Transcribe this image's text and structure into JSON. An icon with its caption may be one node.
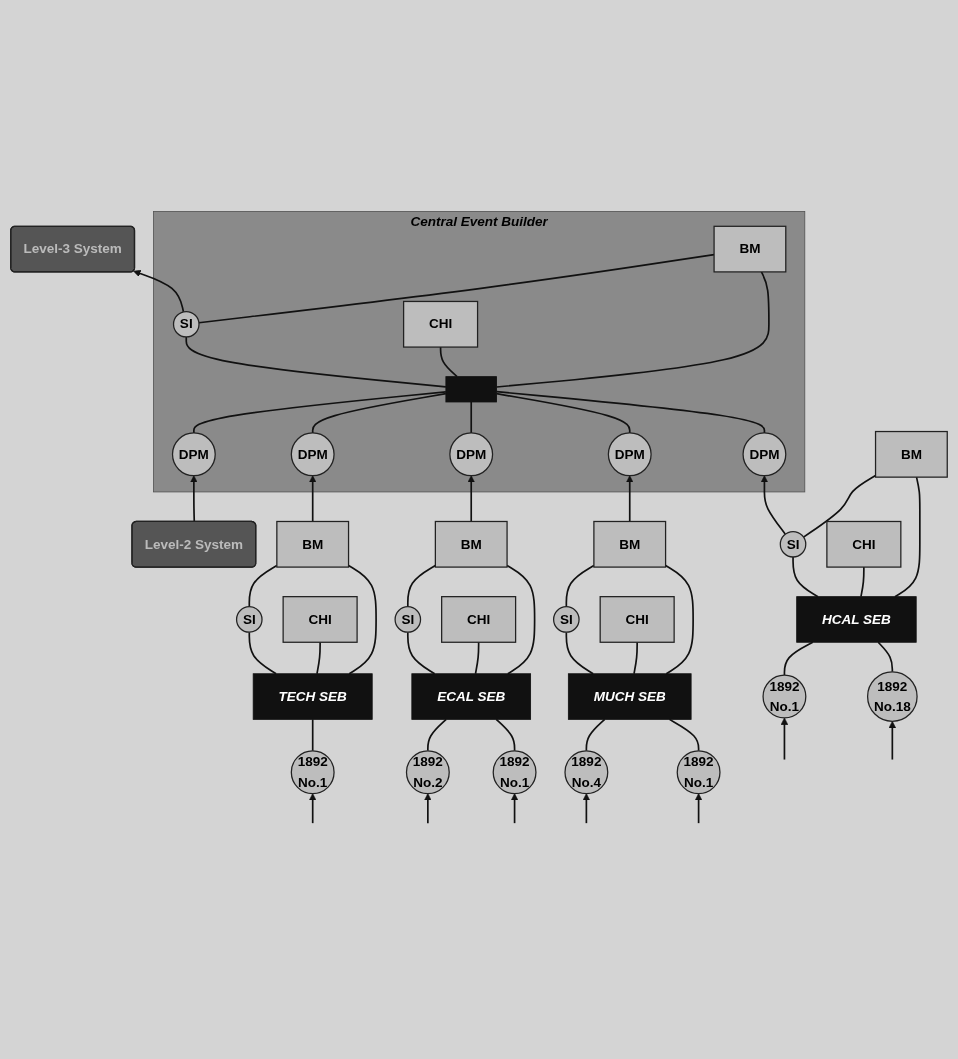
{
  "diagram": {
    "nodes": [
      {
        "text": [
          "Central Event Builder"
        ]
      },
      {
        "text": [
          "BM"
        ],
        "in": 0
      },
      {
        "text": [
          "CHI"
        ],
        "in": 0
      },
      {
        "text": [
          "SI"
        ],
        "in": 0
      },
      {
        "text": [],
        "shape": "bar",
        "in": 0
      },
      {
        "text": [
          "DPM"
        ],
        "in": 0
      },
      {
        "text": [
          "DPM"
        ],
        "in": 0
      },
      {
        "text": [
          "DPM"
        ],
        "in": 0
      },
      {
        "text": [
          "DPM"
        ],
        "in": 0
      },
      {
        "text": [
          "DPM"
        ],
        "in": 0
      },
      {
        "text": [
          "Level-3 System"
        ]
      },
      {
        "text": [
          "Level-2 System"
        ]
      },
      {
        "text": [
          "BM"
        ]
      },
      {
        "text": [
          "CHI"
        ]
      },
      {
        "text": [
          "SI"
        ]
      },
      {
        "text": [
          "MUCH SEB"
        ]
      },
      {
        "text": [
          "1892",
          "No.1"
        ]
      },
      {
        "text": [
          "1892",
          "No.4"
        ]
      },
      {
        "text": [
          "BM"
        ]
      },
      {
        "text": [
          "CHI"
        ]
      },
      {
        "text": [
          "SI"
        ]
      },
      {
        "text": [
          "TECH SEB"
        ]
      },
      {
        "text": [
          "1892",
          "No.1"
        ]
      },
      {
        "text": [
          "BM"
        ]
      },
      {
        "text": [
          "CHI"
        ]
      },
      {
        "text": [
          "SI"
        ]
      },
      {
        "text": [
          "HCAL SEB"
        ]
      },
      {
        "text": [
          "1892",
          "No.1"
        ]
      },
      {
        "text": [
          "1892",
          "No.18"
        ]
      },
      {
        "text": [
          "BM"
        ]
      },
      {
        "text": [
          "CHI"
        ]
      },
      {
        "text": [
          "SI"
        ]
      },
      {
        "text": [
          "ECAL SEB"
        ]
      },
      {
        "text": [
          "1892",
          "No.1"
        ]
      },
      {
        "text": [
          "1892",
          "No.2"
        ]
      }
    ],
    "edges": [
      {
        "from": 4,
        "to": 1,
        "arrow": "none"
      },
      {
        "from": 4,
        "to": 2,
        "arrow": "none"
      },
      {
        "from": 4,
        "to": 3,
        "arrow": "none"
      },
      {
        "from": 5,
        "to": 4,
        "arrow": "none"
      },
      {
        "from": 6,
        "to": 4,
        "arrow": "none"
      },
      {
        "from": 7,
        "to": 4,
        "arrow": "none"
      },
      {
        "from": 8,
        "to": 4,
        "arrow": "none"
      },
      {
        "from": 9,
        "to": 4,
        "arrow": "none"
      },
      {
        "from": 3,
        "to": 1,
        "arrow": "none"
      },
      {
        "from": 3,
        "to": 10,
        "arrow": "to"
      },
      {
        "from": 11,
        "to": 9,
        "arrow": "to"
      },
      {
        "from": 15,
        "to": 12,
        "arrow": "none"
      },
      {
        "from": 15,
        "to": 13,
        "arrow": "none"
      },
      {
        "from": 15,
        "to": 14,
        "arrow": "none"
      },
      {
        "from": 16,
        "to": 15,
        "arrow": "none"
      },
      {
        "from": 17,
        "to": 15,
        "arrow": "none"
      },
      {
        "from": 14,
        "to": 12,
        "arrow": "none"
      },
      {
        "from": 12,
        "to": 5,
        "arrow": "to"
      },
      {
        "from": null,
        "to": 16,
        "arrow": "to"
      },
      {
        "from": null,
        "to": 17,
        "arrow": "to"
      },
      {
        "from": 21,
        "to": 18,
        "arrow": "none"
      },
      {
        "from": 21,
        "to": 19,
        "arrow": "none"
      },
      {
        "from": 21,
        "to": 20,
        "arrow": "none"
      },
      {
        "from": 22,
        "to": 21,
        "arrow": "none"
      },
      {
        "from": 20,
        "to": 18,
        "arrow": "none"
      },
      {
        "from": 18,
        "to": 8,
        "arrow": "to"
      },
      {
        "from": null,
        "to": 22,
        "arrow": "to"
      },
      {
        "from": 26,
        "to": 23,
        "arrow": "none"
      },
      {
        "from": 26,
        "to": 24,
        "arrow": "none"
      },
      {
        "from": 26,
        "to": 25,
        "arrow": "none"
      },
      {
        "from": 27,
        "to": 26,
        "arrow": "none"
      },
      {
        "from": 28,
        "to": 26,
        "arrow": "none"
      },
      {
        "from": 25,
        "to": 23,
        "arrow": "none"
      },
      {
        "from": 25,
        "to": 6,
        "arrow": "to"
      },
      {
        "from": null,
        "to": 27,
        "arrow": "to"
      },
      {
        "from": null,
        "to": 28,
        "arrow": "to"
      },
      {
        "from": 32,
        "to": 29,
        "arrow": "none"
      },
      {
        "from": 32,
        "to": 30,
        "arrow": "none"
      },
      {
        "from": 32,
        "to": 31,
        "arrow": "none"
      },
      {
        "from": 33,
        "to": 32,
        "arrow": "none"
      },
      {
        "from": 34,
        "to": 32,
        "arrow": "none"
      },
      {
        "from": 31,
        "to": 29,
        "arrow": "none"
      },
      {
        "from": 29,
        "to": 7,
        "arrow": "to"
      },
      {
        "from": null,
        "to": 33,
        "arrow": "to"
      },
      {
        "from": null,
        "to": 34,
        "arrow": "to"
      }
    ]
  }
}
